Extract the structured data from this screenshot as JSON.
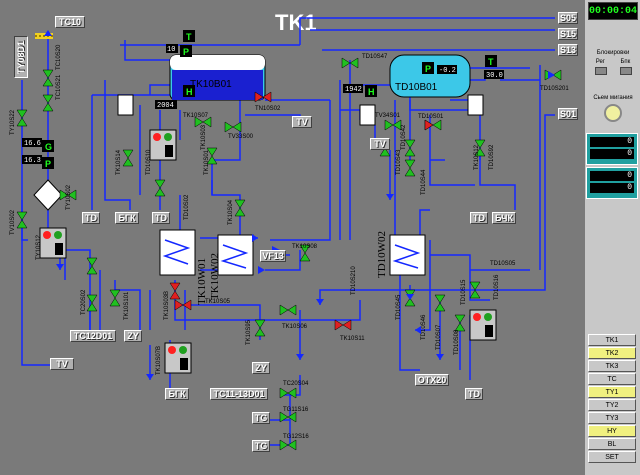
{
  "title": "TK1",
  "clock": "00:00:04",
  "right_panel": {
    "block_title": "Блокировки",
    "block_left": "Рег",
    "block_right": "Бпк",
    "reset_label": "Сьем мигания",
    "box1_label": "",
    "box1_val1": "0",
    "box1_val2": "0",
    "box2_val1": "0",
    "box2_val2": "0",
    "tabs": [
      "TK1",
      "TK2",
      "TK3",
      "TC",
      "TY1",
      "TY2",
      "TY3",
      "HY",
      "BL",
      "SET"
    ]
  },
  "nav_buttons": {
    "s05": "S05",
    "s15": "S15",
    "s13": "S13",
    "s01": "S01"
  },
  "tags": {
    "tc10": "TC10",
    "ty08d1": "TY08D1",
    "tc12d01": "TC12D01",
    "tv_bottom": "TV",
    "td_left": "TD",
    "bgk1": "БГК",
    "td_mid": "TD",
    "vf13": "VF13",
    "zy1": "ZY",
    "tv_mid": "TV",
    "zy2": "ZY",
    "bgk2": "БГК",
    "tc1113": "TC11-13D01",
    "tg1": "TG",
    "tg2": "TG",
    "tv_right": "TV",
    "td_r1": "TD",
    "bchk": "БЧК",
    "otx20": "OTX20",
    "td_bottom": "TD"
  },
  "tanks": {
    "tk10b01": "TK10B01",
    "td10b01": "TD10B01"
  },
  "boxes": {
    "p1": "P",
    "t1": "T",
    "h1": "H",
    "p2": "P",
    "t2": "T",
    "h2": "H",
    "g": "G",
    "p3": "P"
  },
  "values": {
    "v2004": "2004",
    "v1942": "1942",
    "vm02": "-0.2",
    "v300": "30.0",
    "v166": "16.6",
    "v163": "16.3",
    "v10": "10"
  },
  "exchangers": {
    "tk10w01": "TK10W01",
    "tk10w02": "TK10W02",
    "td10w02": "TD10W02"
  },
  "valve_labels": [
    "TC10S20",
    "TC10S21",
    "TY10S22",
    "TY10S02",
    "TV10S02",
    "TY10S12",
    "TK10S01",
    "TK10S07",
    "TV33S00",
    "TN10S02",
    "TK10S14",
    "TD10S10",
    "TK10S03",
    "TD10S02",
    "TK10S04",
    "TK10S08",
    "TK10S05",
    "TK10S06",
    "TK10S11",
    "TC20S02",
    "TK10S101",
    "TK10S03B",
    "TK10S95",
    "TK10S07B",
    "TC20S04",
    "TG11S16",
    "TG12S16",
    "TD10S47",
    "TV34S01",
    "TD10S43",
    "TD10S42",
    "TD10S01",
    "TD10S44",
    "TD10S45",
    "TD10S46",
    "TD10S07",
    "TD10S08",
    "TD10S15",
    "TD10S16",
    "TD10S05",
    "TD10S210",
    "TD10S201",
    "TK10S12",
    "TD10S92"
  ]
}
